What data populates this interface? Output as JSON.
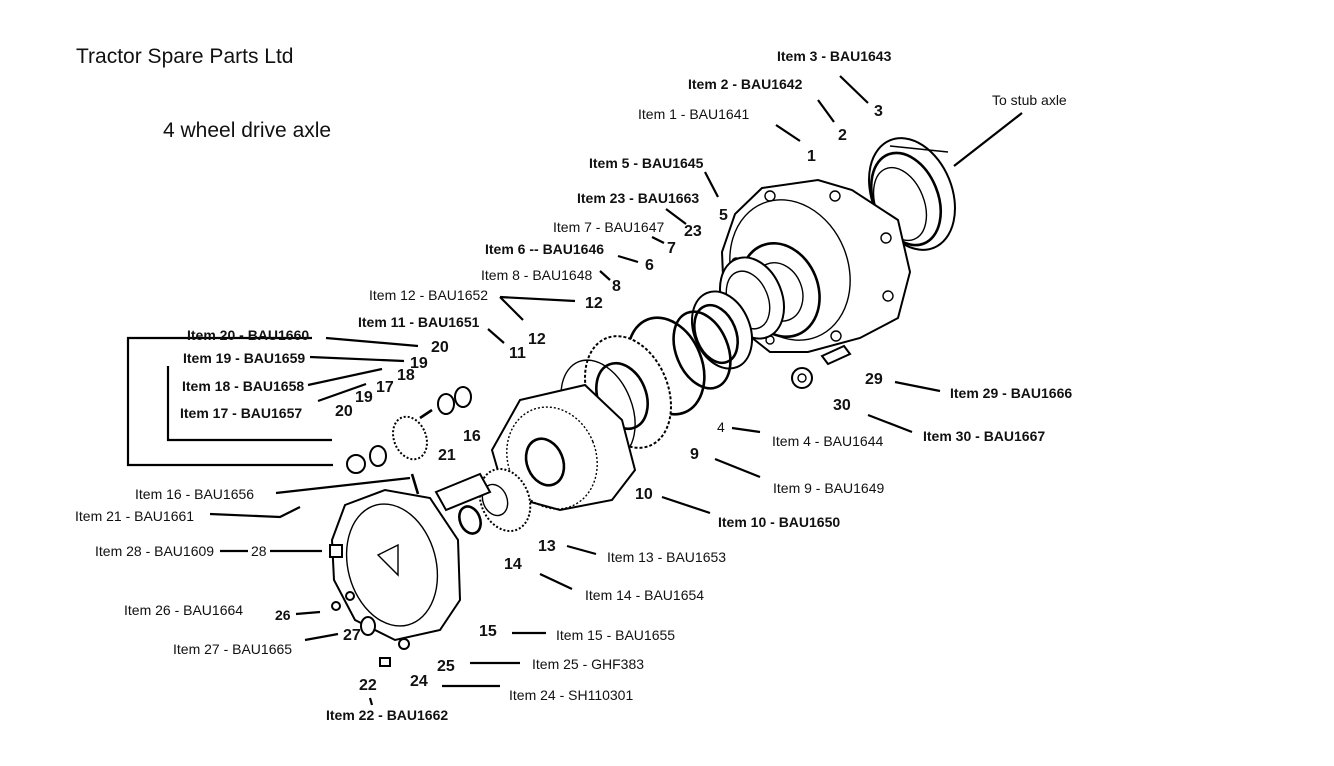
{
  "header": {
    "company": "Tractor Spare Parts Ltd",
    "subtitle": "4 wheel drive axle"
  },
  "labels": {
    "stub_axle": "To stub axle",
    "item1": "Item 1 - BAU1641",
    "item2": "Item 2 - BAU1642",
    "item3": "Item 3 - BAU1643",
    "item4": "Item 4 - BAU1644",
    "item5": "Item 5 - BAU1645",
    "item6": "Item 6 -- BAU1646",
    "item7": "Item 7 - BAU1647",
    "item8": "Item 8 - BAU1648",
    "item9": "Item 9 - BAU1649",
    "item10": "Item 10 - BAU1650",
    "item11": "Item 11 - BAU1651",
    "item12": "Item 12 - BAU1652",
    "item13": "Item 13 - BAU1653",
    "item14": "Item 14 - BAU1654",
    "item15": "Item 15 - BAU1655",
    "item16": "Item 16 - BAU1656",
    "item17": "Item 17 - BAU1657",
    "item18": "Item 18 - BAU1658",
    "item19": "Item 19 - BAU1659",
    "item20": "Item 20 - BAU1660",
    "item21": "Item 21 - BAU1661",
    "item22": "Item 22 - BAU1662",
    "item23": "Item 23 - BAU1663",
    "item24": "Item 24 - SH110301",
    "item25": "Item 25 - GHF383",
    "item26": "Item 26 - BAU1664",
    "item27": "Item 27 - BAU1665",
    "item28": "Item 28 - BAU1609",
    "item29": "Item 29 - BAU1666",
    "item30": "Item 30 - BAU1667"
  },
  "numbers": {
    "n1": "1",
    "n2": "2",
    "n3": "3",
    "n4": "4",
    "n5": "5",
    "n6": "6",
    "n7": "7",
    "n8": "8",
    "n9": "9",
    "n10": "10",
    "n11": "11",
    "n12": "12",
    "n13": "13",
    "n14": "14",
    "n15": "15",
    "n16": "16",
    "n17": "17",
    "n18": "18",
    "n19": "19",
    "n20": "20",
    "n21": "21",
    "n22": "22",
    "n23": "23",
    "n24": "24",
    "n25": "25",
    "n26": "26",
    "n27": "27",
    "n28": "28",
    "n29": "29",
    "n30": "30"
  }
}
